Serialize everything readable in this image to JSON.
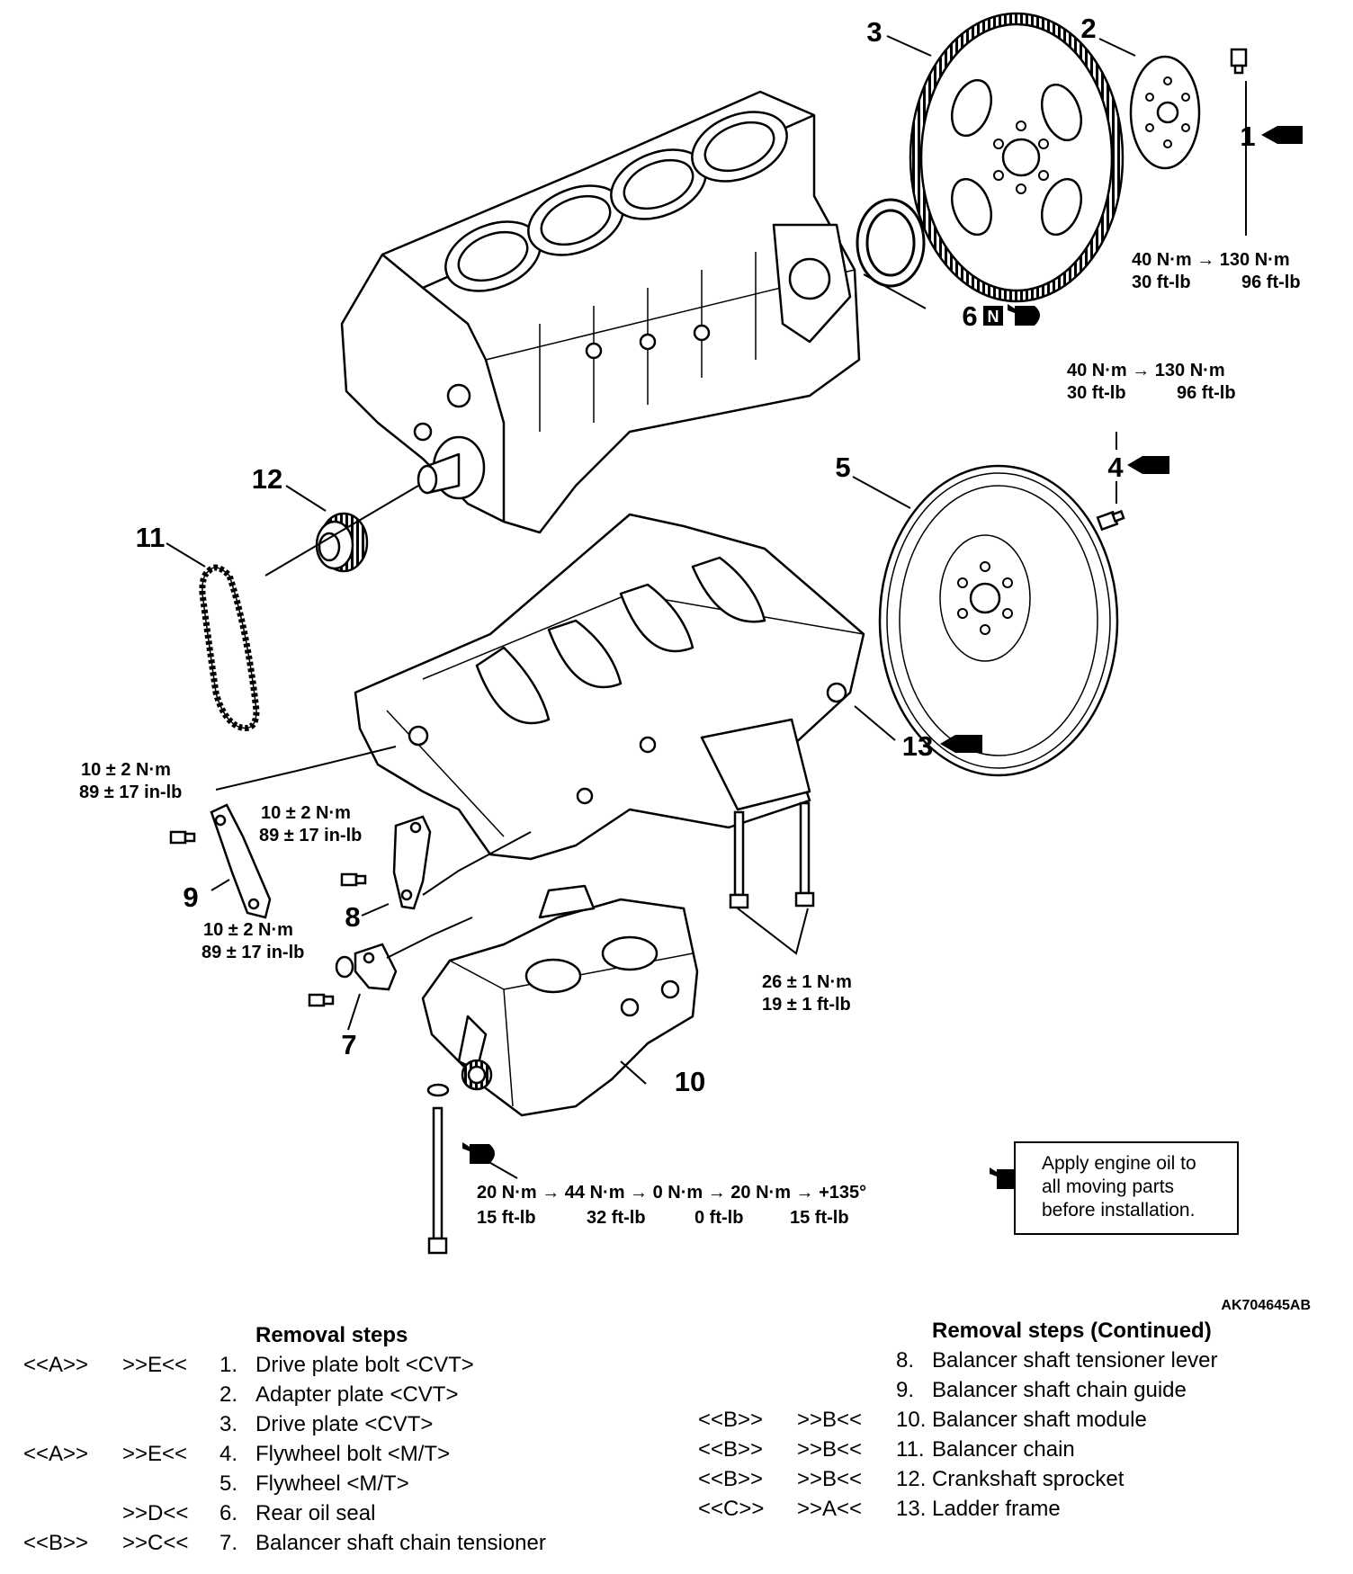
{
  "figure_id": "AK704645AB",
  "callouts": {
    "c1": "1",
    "c2": "2",
    "c3": "3",
    "c4": "4",
    "c5": "5",
    "c6": "6",
    "c7": "7",
    "c8": "8",
    "c9": "9",
    "c10": "10",
    "c11": "11",
    "c12": "12",
    "c13": "13"
  },
  "torques": {
    "drive_plate_bolt": {
      "nm": "40 N·m → 130 N·m",
      "ftlb_a": "30 ft-lb",
      "ftlb_b": "96 ft-lb"
    },
    "flywheel_bolt": {
      "nm": "40 N·m → 130 N·m",
      "ftlb_a": "30 ft-lb",
      "ftlb_b": "96 ft-lb"
    },
    "guide_bolt": {
      "nm": "10 ± 2 N·m",
      "inlb": "89 ± 17 in-lb"
    },
    "lever_bolt": {
      "nm": "10 ± 2 N·m",
      "inlb": "89 ± 17 in-lb"
    },
    "tensioner_bolt": {
      "nm": "10 ± 2 N·m",
      "inlb": "89 ± 17 in-lb"
    },
    "module_bolts": {
      "nm": "26 ± 1 N·m",
      "ftlb": "19 ± 1 ft-lb"
    },
    "ladder_bolt": {
      "nm": "20 N·m → 44 N·m → 0 N·m → 20 N·m → +135°",
      "ft1": "15 ft-lb",
      "ft2": "32 ft-lb",
      "ft3": "0 ft-lb",
      "ft4": "15 ft-lb"
    }
  },
  "oil_note": {
    "line1": "Apply engine oil to",
    "line2": "all moving parts",
    "line3": "before installation."
  },
  "new_part_mark": "N",
  "removal_left": {
    "title": "Removal steps",
    "rows": [
      {
        "a": "<<A>>",
        "b": ">>E<<",
        "n": "1.",
        "label": "Drive plate bolt <CVT>"
      },
      {
        "a": "",
        "b": "",
        "n": "2.",
        "label": "Adapter plate <CVT>"
      },
      {
        "a": "",
        "b": "",
        "n": "3.",
        "label": "Drive plate <CVT>"
      },
      {
        "a": "<<A>>",
        "b": ">>E<<",
        "n": "4.",
        "label": "Flywheel bolt <M/T>"
      },
      {
        "a": "",
        "b": "",
        "n": "5.",
        "label": "Flywheel <M/T>"
      },
      {
        "a": "",
        "b": ">>D<<",
        "n": "6.",
        "label": "Rear oil seal"
      },
      {
        "a": "<<B>>",
        "b": ">>C<<",
        "n": "7.",
        "label": "Balancer shaft chain tensioner"
      }
    ]
  },
  "removal_right": {
    "title": "Removal steps (Continued)",
    "rows": [
      {
        "a": "",
        "b": "",
        "n": "8.",
        "label": "Balancer shaft tensioner lever"
      },
      {
        "a": "",
        "b": "",
        "n": "9.",
        "label": "Balancer shaft chain guide"
      },
      {
        "a": "<<B>>",
        "b": ">>B<<",
        "n": "10.",
        "label": "Balancer shaft module"
      },
      {
        "a": "<<B>>",
        "b": ">>B<<",
        "n": "11.",
        "label": "Balancer chain"
      },
      {
        "a": "<<B>>",
        "b": ">>B<<",
        "n": "12.",
        "label": "Crankshaft sprocket"
      },
      {
        "a": "<<C>>",
        "b": ">>A<<",
        "n": "13.",
        "label": "Ladder frame"
      }
    ]
  }
}
